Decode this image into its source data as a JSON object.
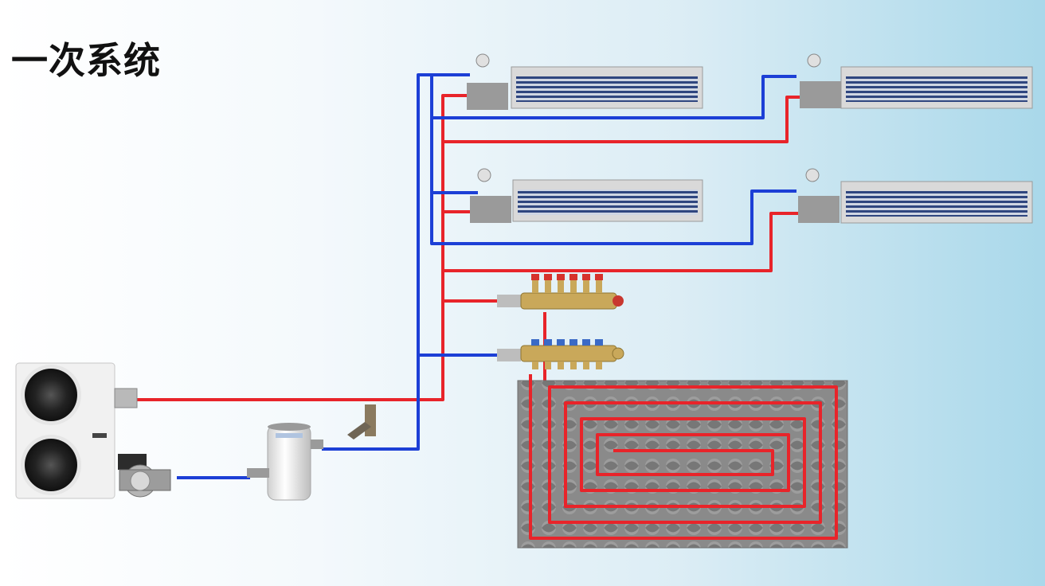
{
  "title": "一次系统",
  "colors": {
    "supply_pipe": "#e8242a",
    "return_pipe": "#1c3fd6",
    "coil_frame": "#bfbfbf",
    "coil_fins": "#3a4f8a",
    "floor_panel": "#8c8c8c"
  },
  "components": {
    "outdoor_unit": "heat-pump-outdoor-unit",
    "circulation_pump": "circulation-pump",
    "buffer_tank": "buffer-water-tank",
    "y_filter": "y-strainer",
    "fan_coils": [
      "fan-coil-top-left",
      "fan-coil-top-right",
      "fan-coil-mid-left",
      "fan-coil-mid-right"
    ],
    "manifolds": [
      "supply-manifold",
      "return-manifold"
    ],
    "floor_heating": "floor-heating-coil"
  }
}
